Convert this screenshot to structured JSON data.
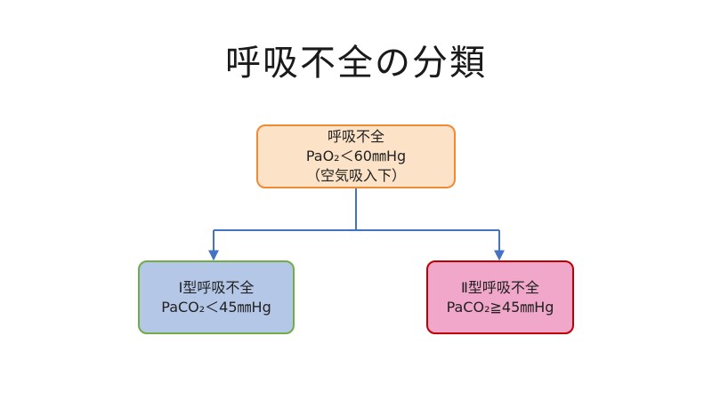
{
  "title": "呼吸不全の分類",
  "colors": {
    "root_fill": "#FCE3C7",
    "root_border": "#F08A34",
    "type1_fill": "#B4C7E7",
    "type1_border": "#70AD47",
    "type2_fill": "#F0A7C9",
    "type2_border": "#C00000",
    "connector": "#4472C4"
  },
  "nodes": {
    "root": {
      "lines": [
        "呼吸不全",
        "PaO₂＜60㎜Hg",
        "（空気吸入下）"
      ]
    },
    "type1": {
      "lines": [
        "Ⅰ型呼吸不全",
        "PaCO₂＜45㎜Hg"
      ]
    },
    "type2": {
      "lines": [
        "Ⅱ型呼吸不全",
        "PaCO₂≧45㎜Hg"
      ]
    }
  }
}
